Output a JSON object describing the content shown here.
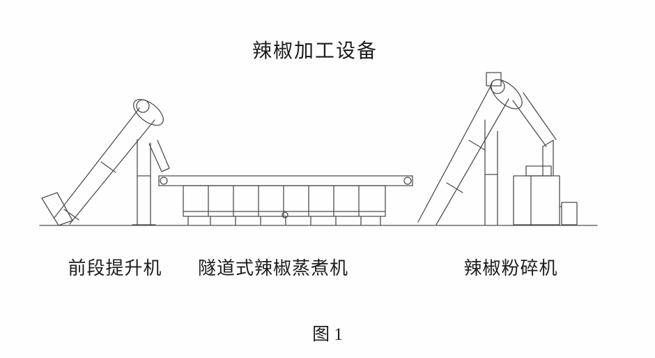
{
  "figure": {
    "title": "辣椒加工设备",
    "caption": "图  1",
    "labels": {
      "left": "前段提升机",
      "middle": "隧道式辣椒蒸煮机",
      "right": "辣椒粉碎机"
    },
    "line_color": "#4e4e4e",
    "text_color": "#1c1c1c",
    "background": "#fefefe"
  }
}
